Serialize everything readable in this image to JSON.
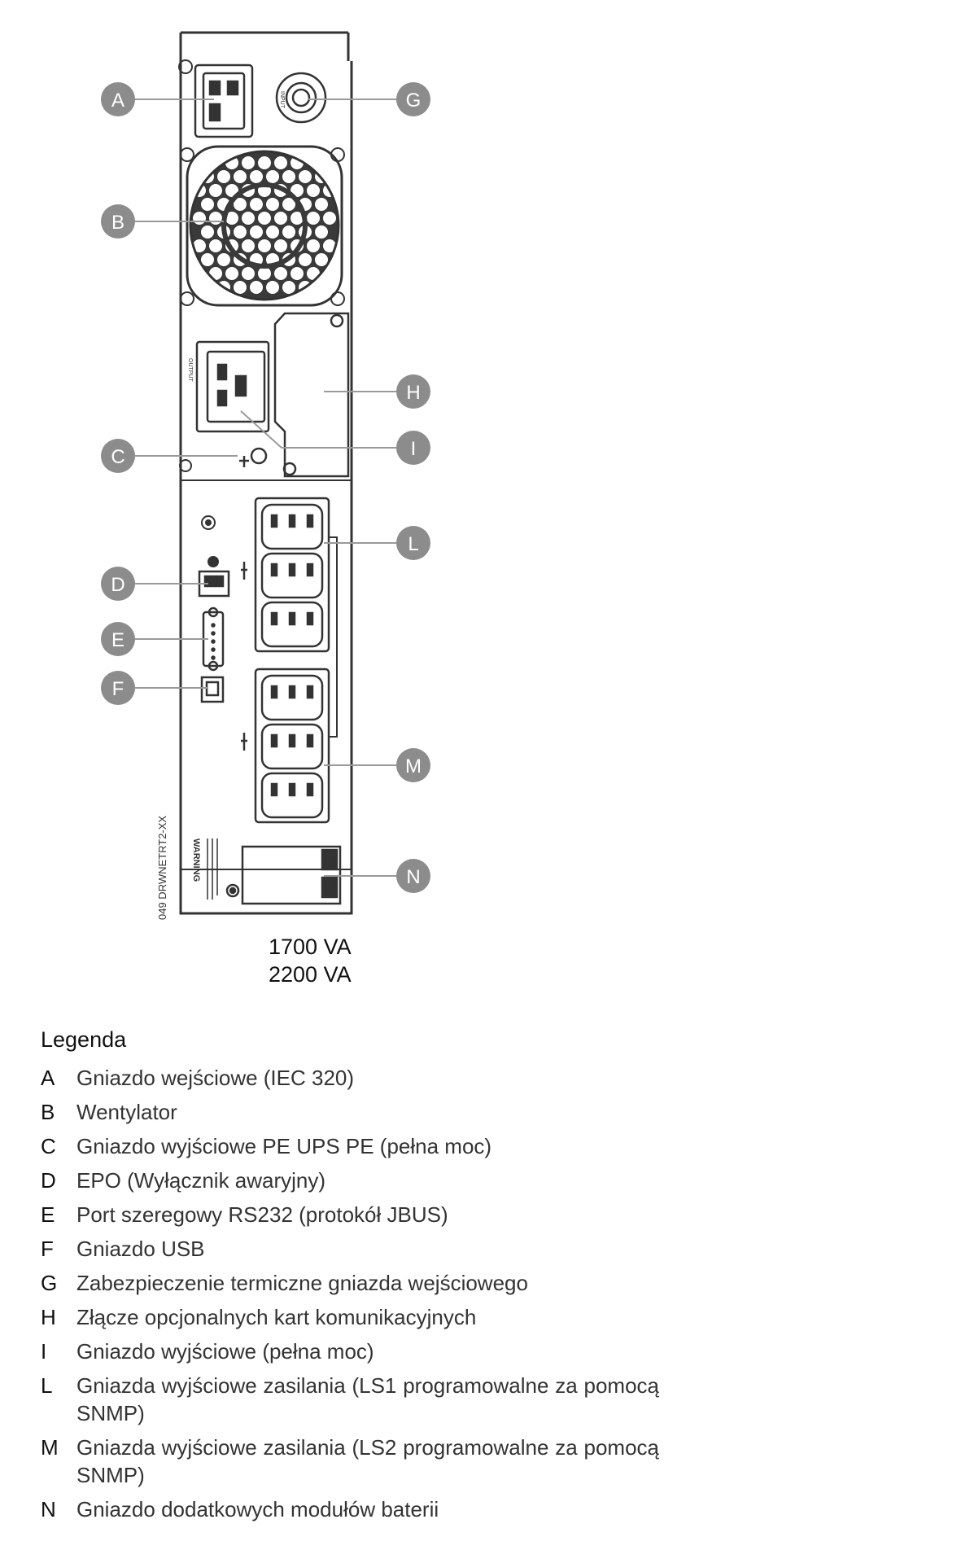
{
  "diagram": {
    "callouts": [
      "A",
      "B",
      "C",
      "D",
      "E",
      "F",
      "G",
      "H",
      "I",
      "L",
      "M",
      "N"
    ],
    "panel_text": {
      "drawing_number": "049 DRWNETRT2-XX",
      "warning": "WARNING"
    },
    "captions": [
      "1700 VA",
      "2200 VA"
    ]
  },
  "legend": {
    "title": "Legenda",
    "items": [
      {
        "letter": "A",
        "text": "Gniazdo wejściowe (IEC 320)"
      },
      {
        "letter": "B",
        "text": "Wentylator"
      },
      {
        "letter": "C",
        "text": "Gniazdo wyjściowe PE UPS PE (pełna moc)"
      },
      {
        "letter": "D",
        "text": "EPO (Wyłącznik awaryjny)"
      },
      {
        "letter": "E",
        "text": "Port szeregowy RS232 (protokół JBUS)"
      },
      {
        "letter": "F",
        "text": "Gniazdo USB"
      },
      {
        "letter": "G",
        "text": "Zabezpieczenie termiczne gniazda wejściowego"
      },
      {
        "letter": "H",
        "text": "Złącze opcjonalnych kart komunikacyjnych"
      },
      {
        "letter": "I",
        "text": "Gniazdo wyjściowe (pełna moc)"
      },
      {
        "letter": "L",
        "text": "Gniazda wyjściowe zasilania (LS1 programowalne za pomocą SNMP)"
      },
      {
        "letter": "M",
        "text": "Gniazda wyjściowe zasilania (LS2 programowalne za pomocą SNMP)"
      },
      {
        "letter": "N",
        "text": "Gniazdo dodatkowych modułów baterii"
      }
    ]
  },
  "colors": {
    "callout_fill": "#8c8c8c",
    "callout_text": "#ffffff",
    "line": "#333333",
    "leader": "#9a9a9a"
  }
}
